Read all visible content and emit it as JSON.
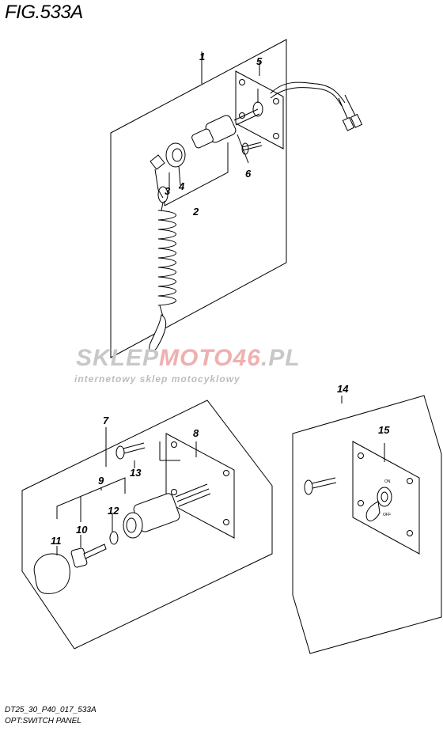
{
  "figure": {
    "title": "FIG.533A",
    "code": "DT25_30_P40_017_533A",
    "panel_name": "OPT:SWITCH PANEL"
  },
  "watermark": {
    "brand_part1": "SKLEP",
    "brand_part2": "MOTO",
    "brand_part3": "46",
    "brand_part4": ".PL",
    "tagline": "internetowy sklep motocyklowy"
  },
  "parts": {
    "p1": "1",
    "p2": "2",
    "p3": "3",
    "p4": "4",
    "p5": "5",
    "p6": "6",
    "p7": "7",
    "p8": "8",
    "p9": "9",
    "p10": "10",
    "p11": "11",
    "p12": "12",
    "p13": "13",
    "p14": "14",
    "p15": "15"
  },
  "switch_labels": {
    "on": "ON",
    "off": "OFF"
  },
  "colors": {
    "line": "#000000",
    "watermark_grey": "#c8c8c8",
    "watermark_red": "#f0b0b0"
  }
}
